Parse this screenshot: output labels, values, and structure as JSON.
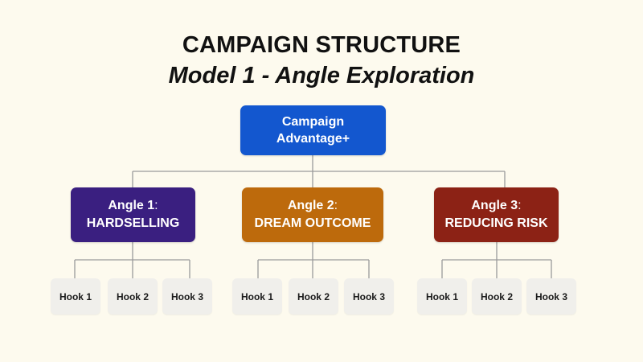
{
  "title": "CAMPAIGN STRUCTURE",
  "subtitle": "Model 1 - Angle Exploration",
  "campaign": {
    "line1": "Campaign",
    "line2": "Advantage+",
    "color": "#1357cf"
  },
  "angles": [
    {
      "prefix": "Angle 1",
      "colon": ":",
      "name": "HARDSELLING",
      "color": "#3a1f80",
      "hooks": [
        "Hook 1",
        "Hook 2",
        "Hook 3"
      ]
    },
    {
      "prefix": "Angle 2",
      "colon": ":",
      "name": "DREAM OUTCOME",
      "color": "#bd6a0c",
      "hooks": [
        "Hook 1",
        "Hook 2",
        "Hook 3"
      ]
    },
    {
      "prefix": "Angle 3",
      "colon": ":",
      "name": "REDUCING RISK",
      "color": "#8c2215",
      "hooks": [
        "Hook 1",
        "Hook 2",
        "Hook 3"
      ]
    }
  ],
  "line_color": "#9a9a9a"
}
